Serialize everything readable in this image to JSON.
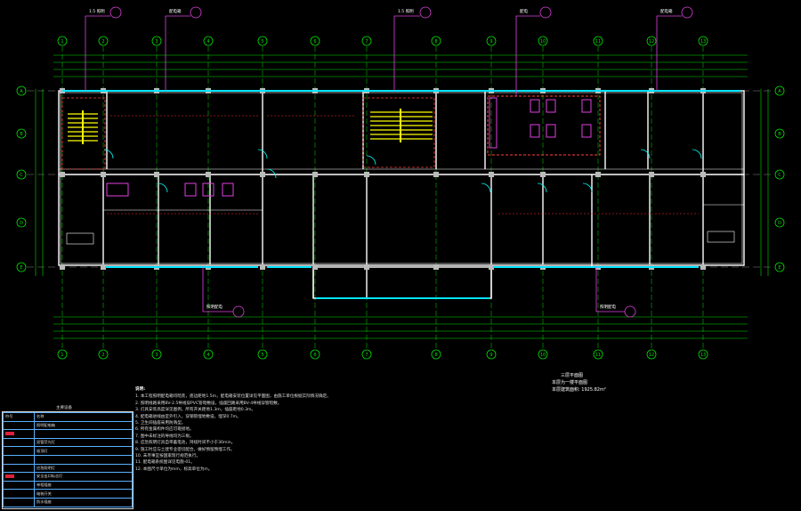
{
  "drawing": {
    "axis_numbers_top": [
      "1",
      "2",
      "3",
      "4",
      "5",
      "6",
      "7",
      "8",
      "9",
      "10",
      "11",
      "12",
      "13"
    ],
    "axis_numbers_bottom": [
      "1",
      "2",
      "3",
      "4",
      "5",
      "6",
      "7",
      "8",
      "9",
      "10",
      "11",
      "12",
      "13"
    ],
    "axis_letters_left": [
      "A",
      "B",
      "C",
      "D",
      "E"
    ],
    "axis_letters_right": [
      "A",
      "B",
      "C",
      "D",
      "E"
    ],
    "colors": {
      "background": "#000000",
      "grid": "#00e000",
      "wall": "#ffffff",
      "window": "#00e5ff",
      "callout": "#e040e0",
      "red": "#ff3030",
      "stair": "#ffff00",
      "door": "#00ffff"
    },
    "callouts_top": [
      "1.5 照明",
      "配电箱",
      "1.5 照明",
      "配电",
      "配电箱"
    ],
    "callouts_bottom": [
      "照明配电",
      "照明配电"
    ]
  },
  "title_block": {
    "title": "三层平面图",
    "line2": "本层为一楼平面图",
    "line3": "本层建筑面积: 1925.82m²"
  },
  "notes": {
    "heading": "说明:",
    "lines": [
      "1. 本工程照明配电箱均暗装，底边距地1.5m，配电箱安装位置详见平面图，由施工单位根据实际情况确定。",
      "2. 照明线路采用BV-2.5导线穿PVC管暗敷设，插座回路采用BV-4导线穿管暗敷。",
      "3. 灯具安装高度详见图例，所有开关距地1.3m，插座距地0.3m。",
      "4. 配电箱进线由室外引入，穿钢管埋地敷设，埋深0.7m。",
      "5. 卫生间插座采用防溅型。",
      "6. 所有金属构件均应可靠接地。",
      "7. 图中未标注的导线均为三根。",
      "8. 应急照明灯具自带蓄电池，持续时间不小于30min。",
      "9. 施工时应与土建专业密切配合，做好预留预埋工作。",
      "10. 未尽事宜按国家现行规范执行。",
      "11. 配电箱系统图详见电施-01。",
      "12. 本图尺寸单位为mm，标高单位为m。"
    ]
  },
  "legend": {
    "caption": "主要设备",
    "header": [
      "符号",
      "名称"
    ],
    "rows": [
      [
        "",
        "照明配电箱"
      ],
      [
        "",
        ""
      ],
      [
        "",
        "双管荧光灯"
      ],
      [
        "",
        "吸顶灯"
      ],
      [
        "",
        ""
      ],
      [
        "",
        "应急照明灯"
      ],
      [
        "",
        "安全出口标志灯"
      ],
      [
        "",
        "单相插座"
      ],
      [
        "",
        "暗装开关"
      ],
      [
        "",
        "防水插座"
      ]
    ]
  }
}
